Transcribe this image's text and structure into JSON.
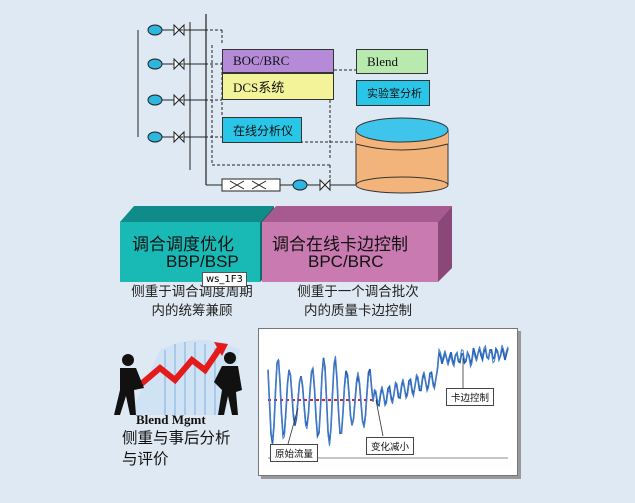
{
  "process": {
    "boc_brc": "BOC/BRC",
    "dcs": "DCS系统",
    "analyzer": "在线分析仪",
    "blend": "Blend",
    "lab": "实验室分析"
  },
  "colors": {
    "boc_brc": "#b58bd8",
    "dcs": "#f3f39a",
    "analyzer": "#29c6e8",
    "blend": "#b8eab0",
    "lab": "#29c6e8",
    "banner_left": "#19b9b6",
    "banner_right": "#c97ab0",
    "tank_top": "#3fc4ec",
    "tank_body": "#f2b47a"
  },
  "banners": {
    "left": {
      "line1": "调合调度优化",
      "line2": "BBP/BSP"
    },
    "right": {
      "line1": "调合在线卡边控制",
      "line2": "BPC/BRC"
    }
  },
  "tooltip": "ws_1F3",
  "descriptions": {
    "left": [
      "侧重于调合调度周期",
      "内的统筹兼顾"
    ],
    "right": [
      "侧重于一个调合批次",
      "内的质量卡边控制"
    ],
    "bottom": [
      "侧重与事后分析",
      "与评价"
    ]
  },
  "blend_mgmt": "Blend Mgmt",
  "graph_labels": {
    "raw_flow": "原始流量",
    "reduced": "变化减小",
    "edge_control": "卡边控制"
  }
}
